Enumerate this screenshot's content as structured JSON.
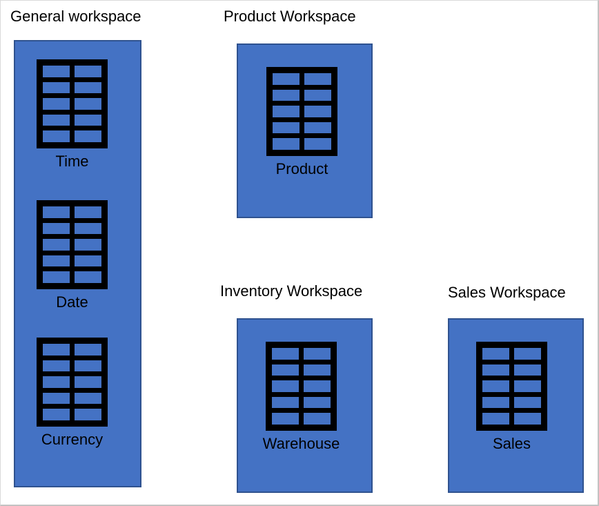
{
  "colors": {
    "workspace_fill": "#4472c4",
    "workspace_outline": "#2f528f",
    "icon_color": "#000000",
    "text_color": "#000000",
    "page_border": "#c3c3c3"
  },
  "table_icon": {
    "rows": 5,
    "cols": 2
  },
  "workspaces": [
    {
      "title": "General workspace",
      "tables": [
        {
          "label": "Time"
        },
        {
          "label": "Date"
        },
        {
          "label": "Currency"
        }
      ]
    },
    {
      "title": "Product Workspace",
      "tables": [
        {
          "label": "Product"
        }
      ]
    },
    {
      "title": "Inventory Workspace",
      "tables": [
        {
          "label": "Warehouse"
        }
      ]
    },
    {
      "title": "Sales Workspace",
      "tables": [
        {
          "label": "Sales"
        }
      ]
    }
  ]
}
